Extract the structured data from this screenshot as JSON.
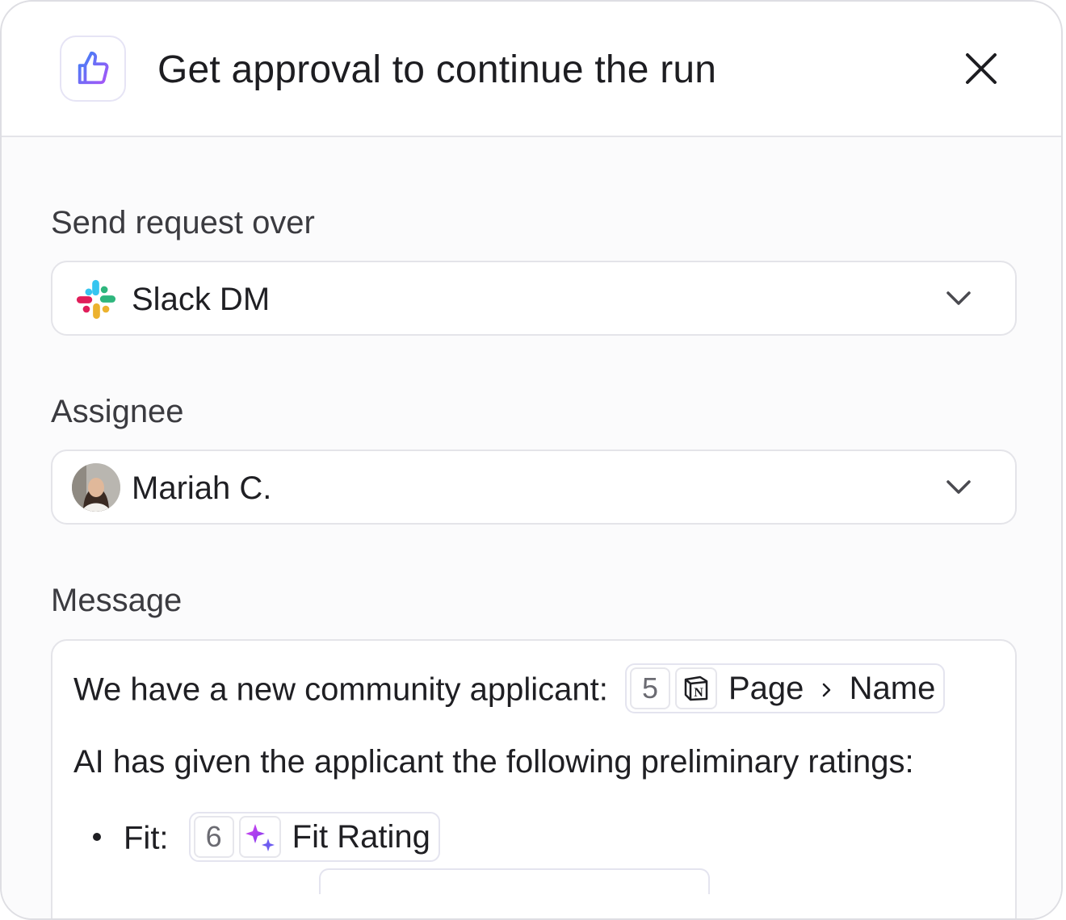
{
  "header": {
    "title": "Get approval to continue the run",
    "icon": "thumbs-up-icon",
    "close_icon": "close-icon"
  },
  "send_request": {
    "label": "Send request over",
    "value": "Slack DM",
    "icon": "slack-icon"
  },
  "assignee": {
    "label": "Assignee",
    "value": "Mariah C.",
    "icon": "avatar"
  },
  "message": {
    "label": "Message",
    "line1_text": "We have a new community applicant:",
    "line1_token": {
      "step": "5",
      "icon": "notion-icon",
      "path_part1": "Page",
      "path_part2": "Name"
    },
    "line2_text": "AI has given the applicant the following preliminary ratings:",
    "bullet1_label": "Fit:",
    "bullet1_token": {
      "step": "6",
      "icon": "sparkle-ai-icon",
      "text": "Fit Rating"
    }
  },
  "colors": {
    "accent_gradient_start": "#5b6cf7",
    "accent_gradient_end": "#a855f7",
    "border": "#e4e4e9",
    "text": "#1f1f23"
  }
}
